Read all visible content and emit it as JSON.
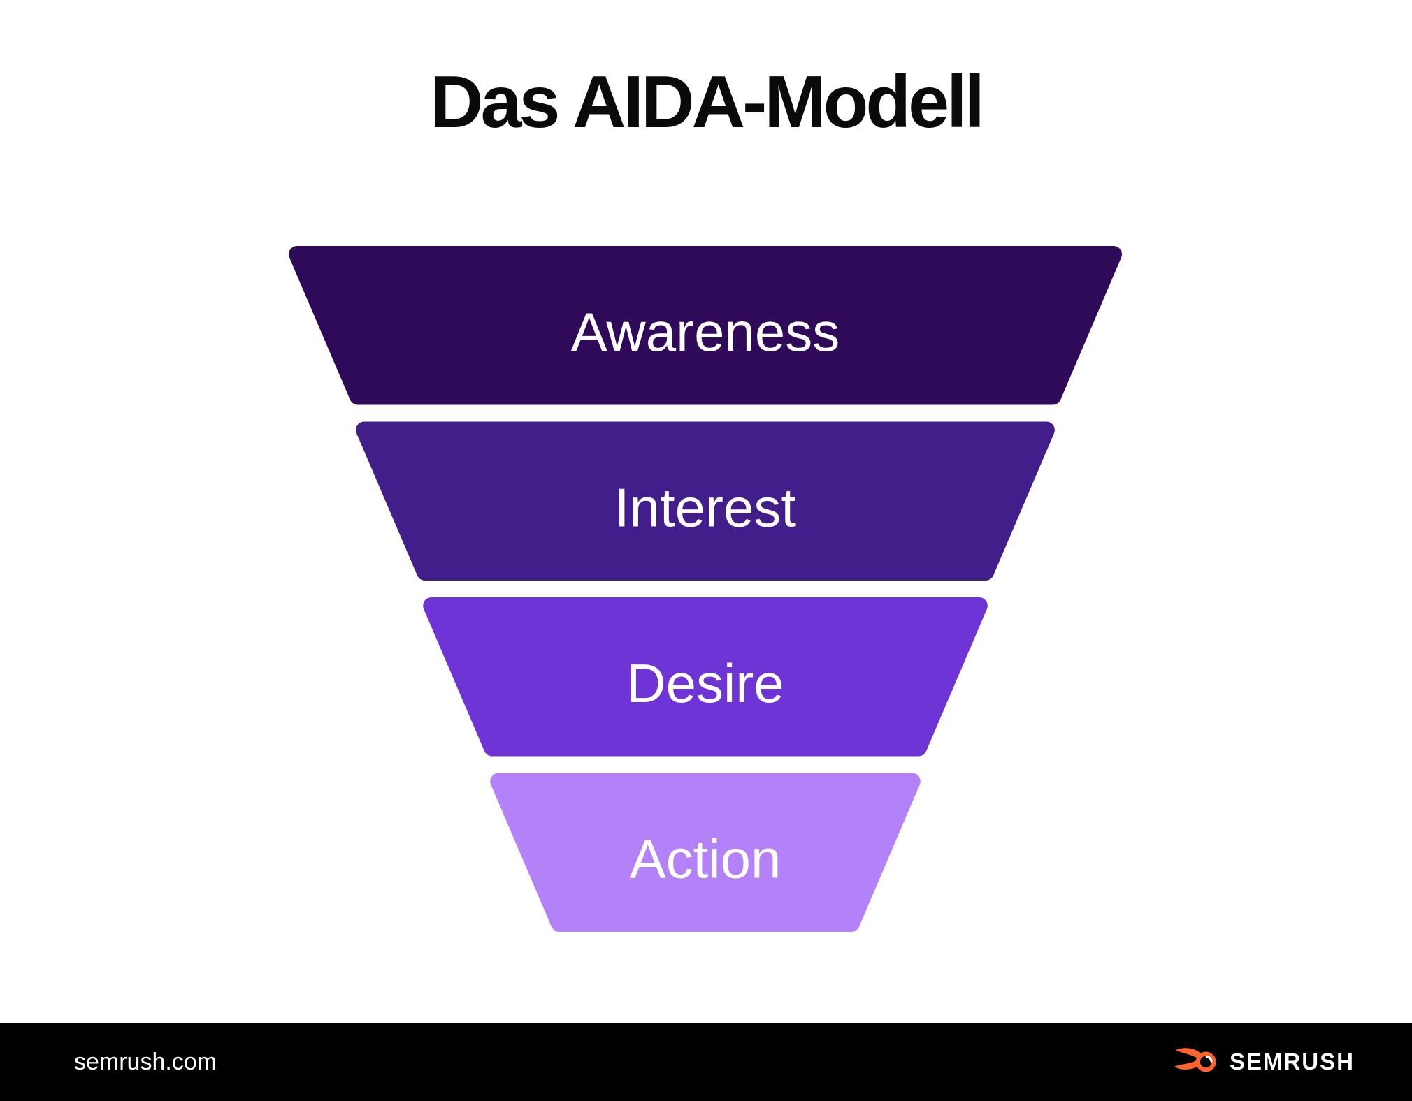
{
  "title": "Das AIDA-Modell",
  "funnel": {
    "stages": [
      {
        "label": "Awareness",
        "color": "#2e0a58"
      },
      {
        "label": "Interest",
        "color": "#411e89"
      },
      {
        "label": "Desire",
        "color": "#6e34d6"
      },
      {
        "label": "Action",
        "color": "#b382f8"
      }
    ],
    "label_color": "#ffffff"
  },
  "footer": {
    "site_label": "semrush.com",
    "brand_name": "SEMRUSH",
    "accent_color": "#ff642d",
    "background": "#000000"
  }
}
